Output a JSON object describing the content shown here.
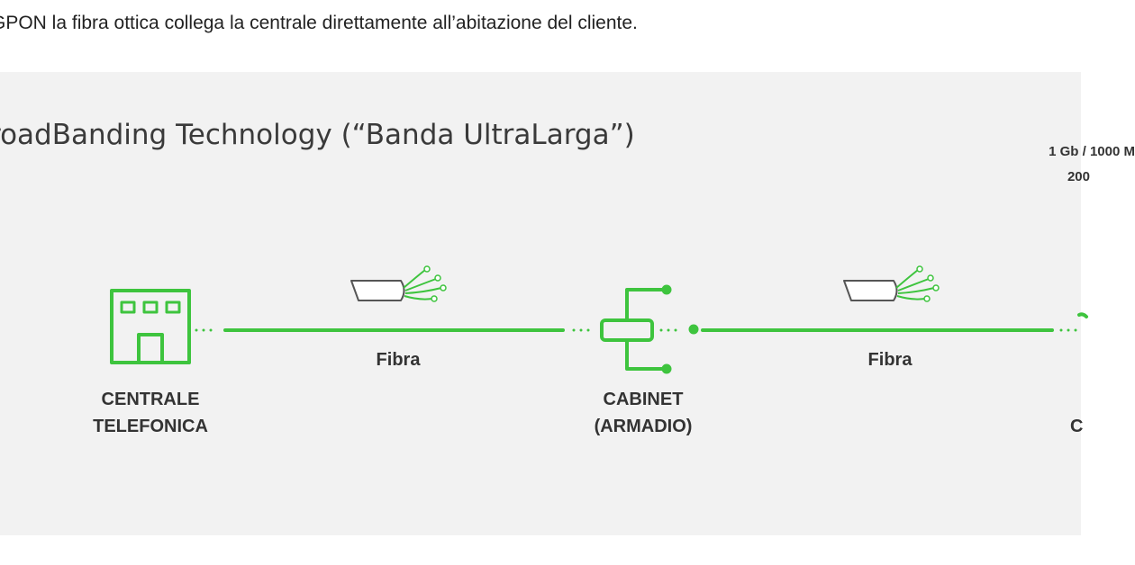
{
  "intro_text": "GPON la fibra ottica collega la centrale direttamente all’abitazione del cliente.",
  "diagram": {
    "title": "roadBanding Technology (“Banda UltraLarga”)",
    "speed_line1": "1 Gb / 1000 M",
    "speed_line2": "200",
    "nodes": [
      {
        "line1": "CENTRALE",
        "line2": "TELEFONICA"
      },
      {
        "line1": "CABINET",
        "line2": "(ARMADIO)"
      },
      {
        "line1": "C",
        "line2": ""
      }
    ],
    "links": [
      {
        "label": "Fibra"
      },
      {
        "label": "Fibra"
      }
    ],
    "colors": {
      "accent": "#3ec43e",
      "panel_bg": "#f2f2f2",
      "text": "#333333",
      "cable_stroke": "#555555"
    },
    "icons": [
      "building-icon",
      "cabinet-icon",
      "fiber-cable-icon"
    ]
  }
}
